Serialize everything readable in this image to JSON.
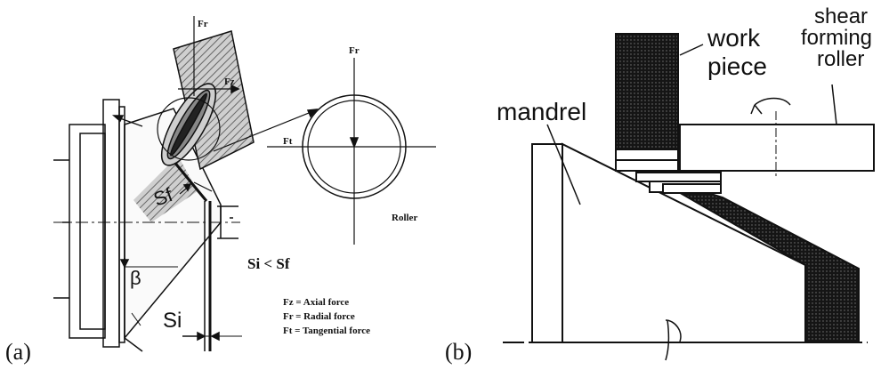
{
  "panel_a": {
    "caption": "(a)",
    "fr_top": "Fr",
    "fz": "Fz",
    "fr_circle": "Fr",
    "ft_circle": "Ft",
    "roller": "Roller",
    "sf": "Sf",
    "beta": "β",
    "si": "Si",
    "relation": "Si < Sf",
    "legend": [
      "Fz = Axial force",
      "Fr = Radial force",
      "Ft = Tangential force"
    ]
  },
  "panel_b": {
    "caption": "(b)",
    "work": "work",
    "piece": "piece",
    "shear": "shear",
    "forming": "forming",
    "roller": "roller",
    "mandrel": "mandrel"
  },
  "colors": {
    "ink": "#111111",
    "hatch": "#555555",
    "dark": "#1a1a1a"
  }
}
